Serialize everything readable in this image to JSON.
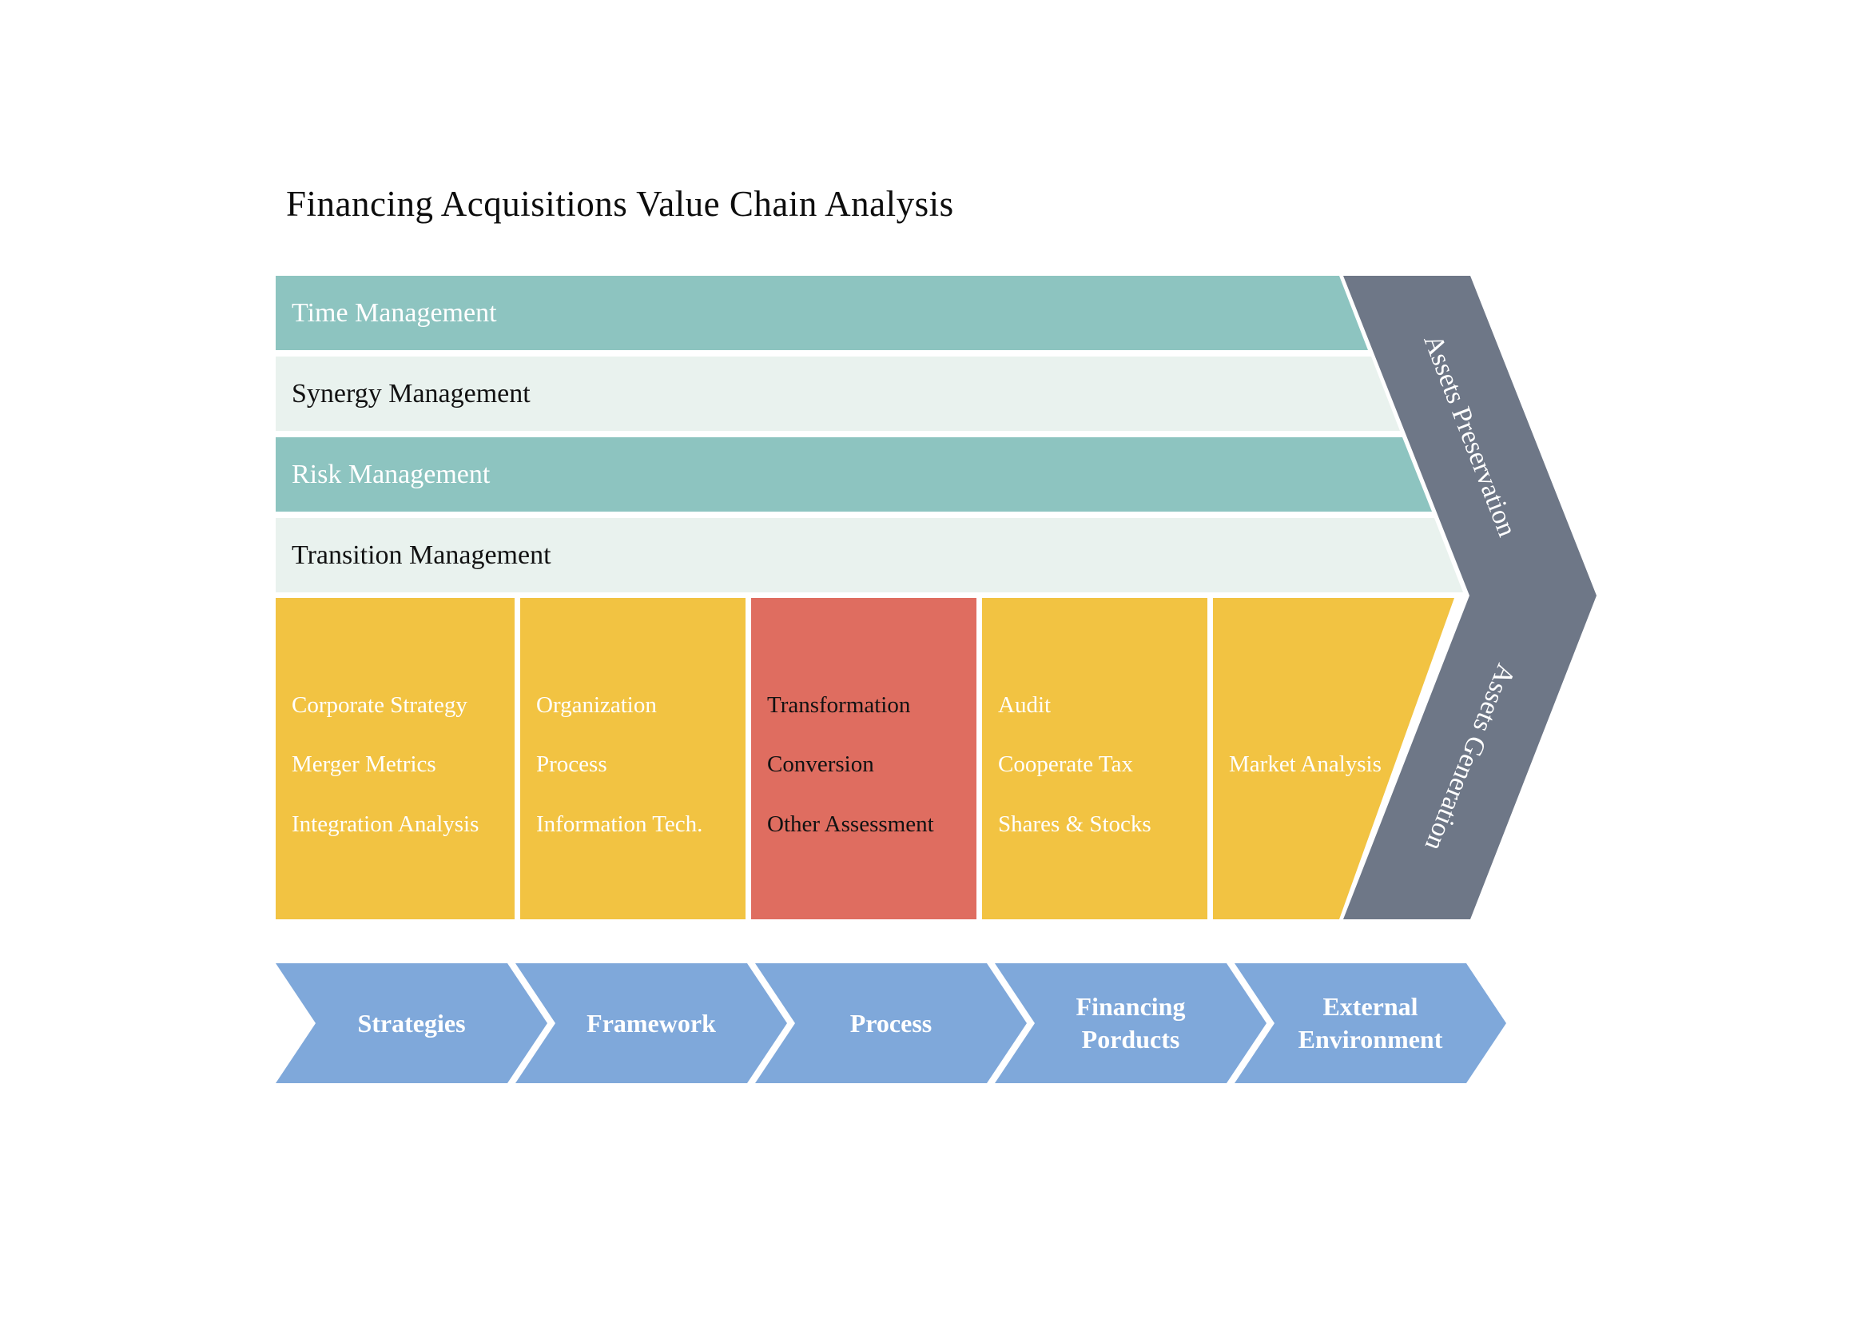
{
  "title": "Financing Acquisitions Value Chain Analysis",
  "colors": {
    "teal": "#8DC4C0",
    "mint": "#E9F2EE",
    "yellow": "#F2C342",
    "red": "#DF6D60",
    "slate": "#6E7787",
    "blue": "#7FA8DA",
    "background": "#FFFFFF",
    "text_light": "#FFFFFF",
    "text_dark": "#121212"
  },
  "support_bands": [
    {
      "label": "Time Management"
    },
    {
      "label": "Synergy Management"
    },
    {
      "label": "Risk Management"
    },
    {
      "label": "Transition Management"
    }
  ],
  "columns": [
    {
      "items": [
        "Corporate Strategy",
        "Merger Metrics",
        "Integration Analysis"
      ]
    },
    {
      "items": [
        "Organization",
        "Process",
        "Information Tech."
      ]
    },
    {
      "items": [
        "Transformation",
        "Conversion",
        "Other Assessment"
      ]
    },
    {
      "items": [
        "Audit",
        "Cooperate Tax",
        "Shares & Stocks"
      ]
    },
    {
      "items": [
        "Market Analysis"
      ]
    }
  ],
  "assets_arrow": {
    "upper_label": "Assets Preservation",
    "lower_label": "Assets Generation"
  },
  "process_chevrons": [
    {
      "label": "Strategies"
    },
    {
      "label": "Framework"
    },
    {
      "label": "Process"
    },
    {
      "label": "Financing\nPorducts"
    },
    {
      "label": "External\nEnvironment"
    }
  ]
}
